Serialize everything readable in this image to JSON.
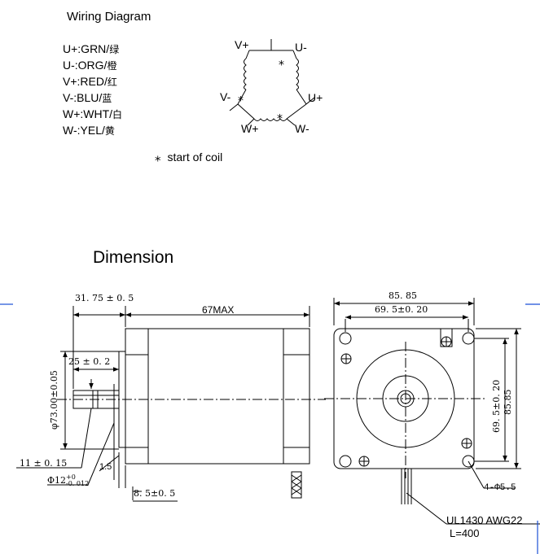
{
  "wiring": {
    "title": "Wiring Diagram",
    "pins": [
      {
        "code": "U+:GRN/",
        "cn": "绿"
      },
      {
        "code": "U-:ORG/",
        "cn": "橙"
      },
      {
        "code": "V+:RED/",
        "cn": "红"
      },
      {
        "code": "V-:BLU/",
        "cn": "蓝"
      },
      {
        "code": "W+:WHT/",
        "cn": "白"
      },
      {
        "code": "W-:YEL/",
        "cn": "黄"
      }
    ],
    "coil_labels": {
      "v_plus": "V+",
      "u_minus": "U-",
      "v_minus": "V-",
      "u_plus": "U+",
      "w_plus": "W+",
      "w_minus": "W-"
    },
    "legend_symbol": "⁎",
    "legend_text": "start of coil"
  },
  "dimension": {
    "title": "Dimension",
    "flange_length": "31. 75 ± 0. 5",
    "body_length": "67MAX",
    "shaft_length": "25 ± 0. 2",
    "pilot_diameter": "φ73.00±0.05",
    "flat_depth": "11 ± 0. 15",
    "shaft_diameter": "Φ12",
    "shaft_tol_upper": "+0",
    "shaft_tol_lower": "-0. 012",
    "flange_thickness": "1.5",
    "flange_offset": "8. 5±0. 5",
    "width": "85. 85",
    "hole_spacing": "69. 5±0. 20",
    "height": "85.85",
    "hole_spacing_v": "69. 5±0. 20",
    "mount_holes": "4-Φ5.5",
    "cable_spec": "UL1430  AWG22",
    "cable_length": "L=400"
  }
}
